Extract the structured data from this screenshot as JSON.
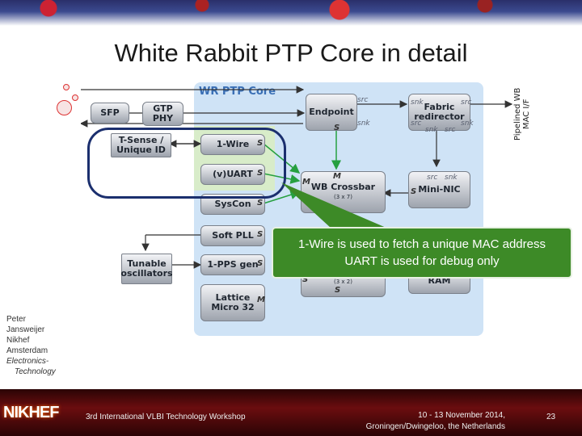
{
  "slide": {
    "title": "White Rabbit PTP Core in detail",
    "page_number": "23"
  },
  "diagram": {
    "core_label": "WR PTP Core",
    "pipelined_label_line1": "Pipelined WB",
    "pipelined_label_line2": "MAC I/F",
    "blocks": {
      "sfp": "SFP",
      "gtp_line1": "GTP",
      "gtp_line2": "PHY",
      "tsense_line1": "T-Sense /",
      "tsense_line2": "Unique ID",
      "onewire": "1-Wire",
      "vuart": "(v)UART",
      "syscon": "SysCon",
      "softpll": "Soft PLL",
      "pps": "1-PPS gen",
      "lattice_line1": "Lattice",
      "lattice_line2": "Micro 32",
      "tunable_line1": "Tunable",
      "tunable_line2": "oscillators",
      "endpoint": "Endpoint",
      "fabric_line1": "Fabric",
      "fabric_line2": "redirector",
      "wbcrossbar": "WB Crossbar",
      "wbcrossbar_sub": "(3 x 7)",
      "wbcrossbar2_sub": "(3 x 2)",
      "mininic": "Mini-NIC",
      "ram": "RAM"
    },
    "ports": {
      "src": "src",
      "snk": "snk",
      "s": "S",
      "m": "M"
    },
    "colors": {
      "core_bg": "#cfe3f6",
      "highlight": "#d8ecc9",
      "callout": "#3d8a27",
      "ring": "#1b2f6e"
    }
  },
  "callout": {
    "line1": "1-Wire is used to fetch a unique MAC address",
    "line2": "UART is used for debug only"
  },
  "author": {
    "line1": "Peter",
    "line2": "Jansweijer",
    "line3": "Nikhef",
    "line4": "Amsterdam",
    "line5": "Electronics-",
    "line6": "Technology"
  },
  "footer": {
    "logo_text": "NIKHEF",
    "workshop": "3rd International VLBI Technology Workshop",
    "date_line1": "10 - 13 November 2014,",
    "date_line2": "Groningen/Dwingeloo, the Netherlands"
  }
}
